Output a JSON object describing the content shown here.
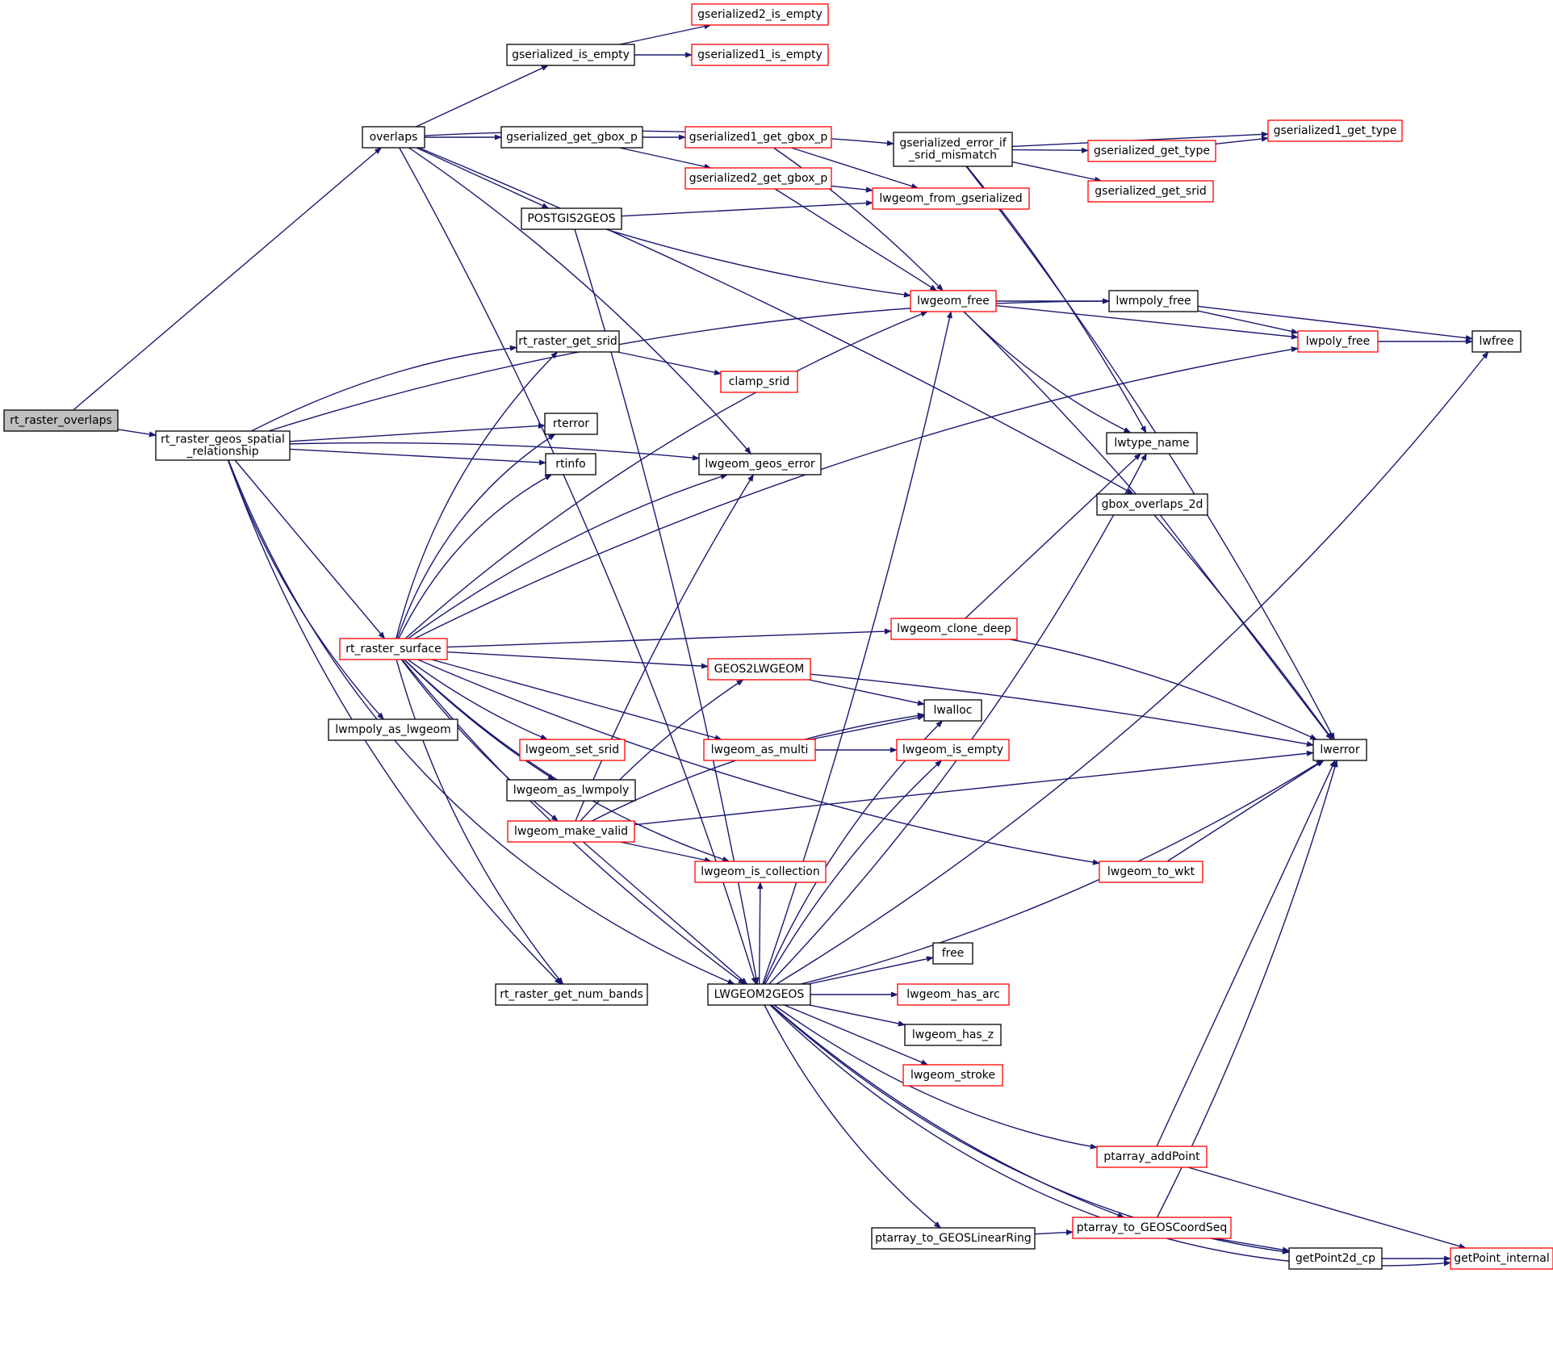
{
  "colors": {
    "edge": "#191970",
    "root_fill": "#bfbfbf",
    "border_normal": "#000000",
    "border_truncated": "#ff0000",
    "node_fill": "#ffffff"
  },
  "nodes": [
    {
      "id": "rt_raster_overlaps",
      "label": [
        "rt_raster_overlaps"
      ],
      "style": "root"
    },
    {
      "id": "rt_raster_geos_spatial_relationship",
      "label": [
        "rt_raster_geos_spatial",
        "_relationship"
      ],
      "style": "normal"
    },
    {
      "id": "overlaps",
      "label": [
        "overlaps"
      ],
      "style": "normal"
    },
    {
      "id": "gserialized_is_empty",
      "label": [
        "gserialized_is_empty"
      ],
      "style": "normal"
    },
    {
      "id": "gserialized2_is_empty",
      "label": [
        "gserialized2_is_empty"
      ],
      "style": "truncated"
    },
    {
      "id": "gserialized1_is_empty",
      "label": [
        "gserialized1_is_empty"
      ],
      "style": "truncated"
    },
    {
      "id": "gserialized_get_gbox_p",
      "label": [
        "gserialized_get_gbox_p"
      ],
      "style": "normal"
    },
    {
      "id": "gserialized1_get_gbox_p",
      "label": [
        "gserialized1_get_gbox_p"
      ],
      "style": "truncated"
    },
    {
      "id": "gserialized2_get_gbox_p",
      "label": [
        "gserialized2_get_gbox_p"
      ],
      "style": "truncated"
    },
    {
      "id": "gserialized_error_if_srid_mismatch",
      "label": [
        "gserialized_error_if",
        "_srid_mismatch"
      ],
      "style": "normal"
    },
    {
      "id": "gserialized1_get_type",
      "label": [
        "gserialized1_get_type"
      ],
      "style": "truncated"
    },
    {
      "id": "gserialized_get_type",
      "label": [
        "gserialized_get_type"
      ],
      "style": "truncated"
    },
    {
      "id": "gserialized_get_srid",
      "label": [
        "gserialized_get_srid"
      ],
      "style": "truncated"
    },
    {
      "id": "lwgeom_from_gserialized",
      "label": [
        "lwgeom_from_gserialized"
      ],
      "style": "truncated"
    },
    {
      "id": "POSTGIS2GEOS",
      "label": [
        "POSTGIS2GEOS"
      ],
      "style": "normal"
    },
    {
      "id": "lwgeom_free",
      "label": [
        "lwgeom_free"
      ],
      "style": "truncated"
    },
    {
      "id": "lwmpoly_free",
      "label": [
        "lwmpoly_free"
      ],
      "style": "normal"
    },
    {
      "id": "lwpoly_free",
      "label": [
        "lwpoly_free"
      ],
      "style": "truncated"
    },
    {
      "id": "lwfree",
      "label": [
        "lwfree"
      ],
      "style": "normal"
    },
    {
      "id": "rt_raster_get_srid",
      "label": [
        "rt_raster_get_srid"
      ],
      "style": "normal"
    },
    {
      "id": "clamp_srid",
      "label": [
        "clamp_srid"
      ],
      "style": "truncated"
    },
    {
      "id": "rterror",
      "label": [
        "rterror"
      ],
      "style": "normal"
    },
    {
      "id": "rtinfo",
      "label": [
        "rtinfo"
      ],
      "style": "normal"
    },
    {
      "id": "lwgeom_geos_error",
      "label": [
        "lwgeom_geos_error"
      ],
      "style": "normal"
    },
    {
      "id": "lwtype_name",
      "label": [
        "lwtype_name"
      ],
      "style": "normal"
    },
    {
      "id": "gbox_overlaps_2d",
      "label": [
        "gbox_overlaps_2d"
      ],
      "style": "normal"
    },
    {
      "id": "rt_raster_surface",
      "label": [
        "rt_raster_surface"
      ],
      "style": "truncated"
    },
    {
      "id": "lwgeom_clone_deep",
      "label": [
        "lwgeom_clone_deep"
      ],
      "style": "truncated"
    },
    {
      "id": "GEOS2LWGEOM",
      "label": [
        "GEOS2LWGEOM"
      ],
      "style": "truncated"
    },
    {
      "id": "lwalloc",
      "label": [
        "lwalloc"
      ],
      "style": "normal"
    },
    {
      "id": "lwmpoly_as_lwgeom",
      "label": [
        "lwmpoly_as_lwgeom"
      ],
      "style": "normal"
    },
    {
      "id": "lwgeom_set_srid",
      "label": [
        "lwgeom_set_srid"
      ],
      "style": "truncated"
    },
    {
      "id": "lwgeom_as_multi",
      "label": [
        "lwgeom_as_multi"
      ],
      "style": "truncated"
    },
    {
      "id": "lwgeom_is_empty",
      "label": [
        "lwgeom_is_empty"
      ],
      "style": "truncated"
    },
    {
      "id": "lwerror",
      "label": [
        "lwerror"
      ],
      "style": "normal"
    },
    {
      "id": "lwgeom_as_lwmpoly",
      "label": [
        "lwgeom_as_lwmpoly"
      ],
      "style": "normal"
    },
    {
      "id": "lwgeom_make_valid",
      "label": [
        "lwgeom_make_valid"
      ],
      "style": "truncated"
    },
    {
      "id": "lwgeom_is_collection",
      "label": [
        "lwgeom_is_collection"
      ],
      "style": "truncated"
    },
    {
      "id": "lwgeom_to_wkt",
      "label": [
        "lwgeom_to_wkt"
      ],
      "style": "truncated"
    },
    {
      "id": "free",
      "label": [
        "free"
      ],
      "style": "normal"
    },
    {
      "id": "rt_raster_get_num_bands",
      "label": [
        "rt_raster_get_num_bands"
      ],
      "style": "normal"
    },
    {
      "id": "LWGEOM2GEOS",
      "label": [
        "LWGEOM2GEOS"
      ],
      "style": "normal"
    },
    {
      "id": "lwgeom_has_arc",
      "label": [
        "lwgeom_has_arc"
      ],
      "style": "truncated"
    },
    {
      "id": "lwgeom_has_z",
      "label": [
        "lwgeom_has_z"
      ],
      "style": "normal"
    },
    {
      "id": "lwgeom_stroke",
      "label": [
        "lwgeom_stroke"
      ],
      "style": "truncated"
    },
    {
      "id": "ptarray_addPoint",
      "label": [
        "ptarray_addPoint"
      ],
      "style": "truncated"
    },
    {
      "id": "ptarray_to_GEOSLinearRing",
      "label": [
        "ptarray_to_GEOSLinearRing"
      ],
      "style": "normal"
    },
    {
      "id": "ptarray_to_GEOSCoordSeq",
      "label": [
        "ptarray_to_GEOSCoordSeq"
      ],
      "style": "truncated"
    },
    {
      "id": "getPoint2d_cp",
      "label": [
        "getPoint2d_cp"
      ],
      "style": "normal"
    },
    {
      "id": "getPoint_internal",
      "label": [
        "getPoint_internal"
      ],
      "style": "truncated"
    }
  ],
  "edges": [
    [
      "rt_raster_overlaps",
      "overlaps"
    ],
    [
      "rt_raster_overlaps",
      "rt_raster_geos_spatial_relationship"
    ],
    [
      "overlaps",
      "gserialized_is_empty"
    ],
    [
      "overlaps",
      "gserialized_get_gbox_p"
    ],
    [
      "overlaps",
      "gserialized_error_if_srid_mismatch"
    ],
    [
      "overlaps",
      "POSTGIS2GEOS"
    ],
    [
      "overlaps",
      "lwgeom_geos_error"
    ],
    [
      "overlaps",
      "gbox_overlaps_2d"
    ],
    [
      "overlaps",
      "LWGEOM2GEOS"
    ],
    [
      "gserialized_is_empty",
      "gserialized2_is_empty"
    ],
    [
      "gserialized_is_empty",
      "gserialized1_is_empty"
    ],
    [
      "gserialized_get_gbox_p",
      "gserialized1_get_gbox_p"
    ],
    [
      "gserialized_get_gbox_p",
      "gserialized2_get_gbox_p"
    ],
    [
      "gserialized1_get_gbox_p",
      "lwgeom_from_gserialized"
    ],
    [
      "gserialized1_get_gbox_p",
      "lwgeom_free"
    ],
    [
      "gserialized2_get_gbox_p",
      "lwgeom_from_gserialized"
    ],
    [
      "gserialized2_get_gbox_p",
      "lwgeom_free"
    ],
    [
      "gserialized_error_if_srid_mismatch",
      "gserialized1_get_type"
    ],
    [
      "gserialized_error_if_srid_mismatch",
      "gserialized_get_type"
    ],
    [
      "gserialized_error_if_srid_mismatch",
      "gserialized_get_srid"
    ],
    [
      "gserialized_error_if_srid_mismatch",
      "lwtype_name"
    ],
    [
      "gserialized_error_if_srid_mismatch",
      "lwerror"
    ],
    [
      "gserialized_get_type",
      "gserialized1_get_type"
    ],
    [
      "POSTGIS2GEOS",
      "lwgeom_from_gserialized"
    ],
    [
      "POSTGIS2GEOS",
      "lwgeom_free"
    ],
    [
      "POSTGIS2GEOS",
      "LWGEOM2GEOS"
    ],
    [
      "lwgeom_free",
      "lwmpoly_free"
    ],
    [
      "lwgeom_free",
      "lwpoly_free"
    ],
    [
      "lwgeom_free",
      "lwtype_name"
    ],
    [
      "lwgeom_free",
      "lwerror"
    ],
    [
      "lwmpoly_free",
      "lwpoly_free"
    ],
    [
      "lwmpoly_free",
      "lwfree"
    ],
    [
      "lwpoly_free",
      "lwfree"
    ],
    [
      "rt_raster_geos_spatial_relationship",
      "rt_raster_get_srid"
    ],
    [
      "rt_raster_geos_spatial_relationship",
      "rterror"
    ],
    [
      "rt_raster_geos_spatial_relationship",
      "rtinfo"
    ],
    [
      "rt_raster_geos_spatial_relationship",
      "lwgeom_geos_error"
    ],
    [
      "rt_raster_geos_spatial_relationship",
      "lwmpoly_free"
    ],
    [
      "rt_raster_geos_spatial_relationship",
      "rt_raster_surface"
    ],
    [
      "rt_raster_geos_spatial_relationship",
      "lwmpoly_as_lwgeom"
    ],
    [
      "rt_raster_geos_spatial_relationship",
      "LWGEOM2GEOS"
    ],
    [
      "rt_raster_geos_spatial_relationship",
      "rt_raster_get_num_bands"
    ],
    [
      "rt_raster_get_srid",
      "clamp_srid"
    ],
    [
      "gbox_overlaps_2d",
      "lwerror"
    ],
    [
      "rt_raster_surface",
      "rt_raster_get_srid"
    ],
    [
      "rt_raster_surface",
      "rterror"
    ],
    [
      "rt_raster_surface",
      "rtinfo"
    ],
    [
      "rt_raster_surface",
      "lwgeom_geos_error"
    ],
    [
      "rt_raster_surface",
      "lwgeom_free"
    ],
    [
      "rt_raster_surface",
      "lwpoly_free"
    ],
    [
      "rt_raster_surface",
      "lwgeom_clone_deep"
    ],
    [
      "rt_raster_surface",
      "GEOS2LWGEOM"
    ],
    [
      "rt_raster_surface",
      "lwgeom_as_multi"
    ],
    [
      "rt_raster_surface",
      "lwgeom_set_srid"
    ],
    [
      "rt_raster_surface",
      "lwgeom_as_lwmpoly"
    ],
    [
      "rt_raster_surface",
      "lwgeom_make_valid"
    ],
    [
      "rt_raster_surface",
      "lwgeom_is_collection"
    ],
    [
      "rt_raster_surface",
      "lwgeom_to_wkt"
    ],
    [
      "rt_raster_surface",
      "rt_raster_get_num_bands"
    ],
    [
      "rt_raster_surface",
      "LWGEOM2GEOS"
    ],
    [
      "lwgeom_clone_deep",
      "lwtype_name"
    ],
    [
      "lwgeom_clone_deep",
      "lwerror"
    ],
    [
      "GEOS2LWGEOM",
      "lwalloc"
    ],
    [
      "GEOS2LWGEOM",
      "lwerror"
    ],
    [
      "lwgeom_as_multi",
      "lwalloc"
    ],
    [
      "lwgeom_as_multi",
      "lwgeom_is_empty"
    ],
    [
      "lwgeom_make_valid",
      "GEOS2LWGEOM"
    ],
    [
      "lwgeom_make_valid",
      "lwgeom_geos_error"
    ],
    [
      "lwgeom_make_valid",
      "lwalloc"
    ],
    [
      "lwgeom_make_valid",
      "lwerror"
    ],
    [
      "lwgeom_make_valid",
      "lwgeom_is_collection"
    ],
    [
      "lwgeom_make_valid",
      "LWGEOM2GEOS"
    ],
    [
      "lwgeom_to_wkt",
      "lwerror"
    ],
    [
      "LWGEOM2GEOS",
      "lwgeom_free"
    ],
    [
      "LWGEOM2GEOS",
      "lwtype_name"
    ],
    [
      "LWGEOM2GEOS",
      "lwalloc"
    ],
    [
      "LWGEOM2GEOS",
      "lwgeom_is_empty"
    ],
    [
      "LWGEOM2GEOS",
      "lwgeom_is_collection"
    ],
    [
      "LWGEOM2GEOS",
      "lwerror"
    ],
    [
      "LWGEOM2GEOS",
      "lwfree"
    ],
    [
      "LWGEOM2GEOS",
      "free"
    ],
    [
      "LWGEOM2GEOS",
      "lwgeom_has_arc"
    ],
    [
      "LWGEOM2GEOS",
      "lwgeom_has_z"
    ],
    [
      "LWGEOM2GEOS",
      "lwgeom_stroke"
    ],
    [
      "LWGEOM2GEOS",
      "ptarray_addPoint"
    ],
    [
      "LWGEOM2GEOS",
      "ptarray_to_GEOSLinearRing"
    ],
    [
      "LWGEOM2GEOS",
      "ptarray_to_GEOSCoordSeq"
    ],
    [
      "LWGEOM2GEOS",
      "getPoint2d_cp"
    ],
    [
      "LWGEOM2GEOS",
      "getPoint_internal"
    ],
    [
      "ptarray_addPoint",
      "lwerror"
    ],
    [
      "ptarray_addPoint",
      "getPoint_internal"
    ],
    [
      "ptarray_to_GEOSLinearRing",
      "ptarray_to_GEOSCoordSeq"
    ],
    [
      "ptarray_to_GEOSCoordSeq",
      "lwerror"
    ],
    [
      "ptarray_to_GEOSCoordSeq",
      "getPoint2d_cp"
    ],
    [
      "getPoint2d_cp",
      "getPoint_internal"
    ]
  ]
}
